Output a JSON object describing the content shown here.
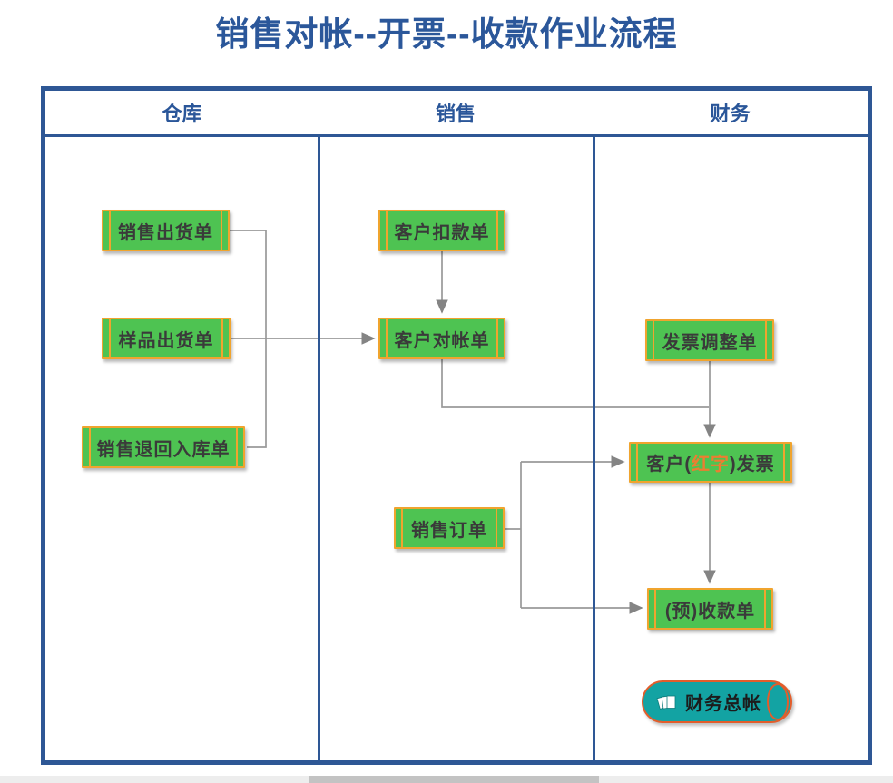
{
  "title": "销售对帐--开票--收款作业流程",
  "lanes": [
    {
      "label": "仓库"
    },
    {
      "label": "销售"
    },
    {
      "label": "财务"
    }
  ],
  "nodes": {
    "sales_shipment": {
      "label": "销售出货单"
    },
    "sample_shipment": {
      "label": "样品出货单"
    },
    "sales_return": {
      "label": "销售退回入库单"
    },
    "customer_deduction": {
      "label": "客户扣款单"
    },
    "customer_statement": {
      "label": "客户对帐单"
    },
    "invoice_adjustment": {
      "label": "发票调整单"
    },
    "customer_invoice": {
      "prefix": "客户(",
      "highlight": "红字",
      "suffix": ")发票"
    },
    "sales_order": {
      "label": "销售订单"
    },
    "receipt": {
      "label": "(预)收款单"
    },
    "general_ledger": {
      "label": "财务总帐",
      "icon": "documents-icon"
    }
  },
  "colors": {
    "title": "#2B579A",
    "table_border": "#2E5795",
    "lane_header_text": "#2A5699",
    "node_fill": "#4EC352",
    "node_border": "#F0A42E",
    "node_text": "#3A3A3A",
    "highlight_text": "#ED7D31",
    "connector": "#999999",
    "cylinder_fill": "#13A3A3",
    "cylinder_border": "#E35D2B"
  }
}
